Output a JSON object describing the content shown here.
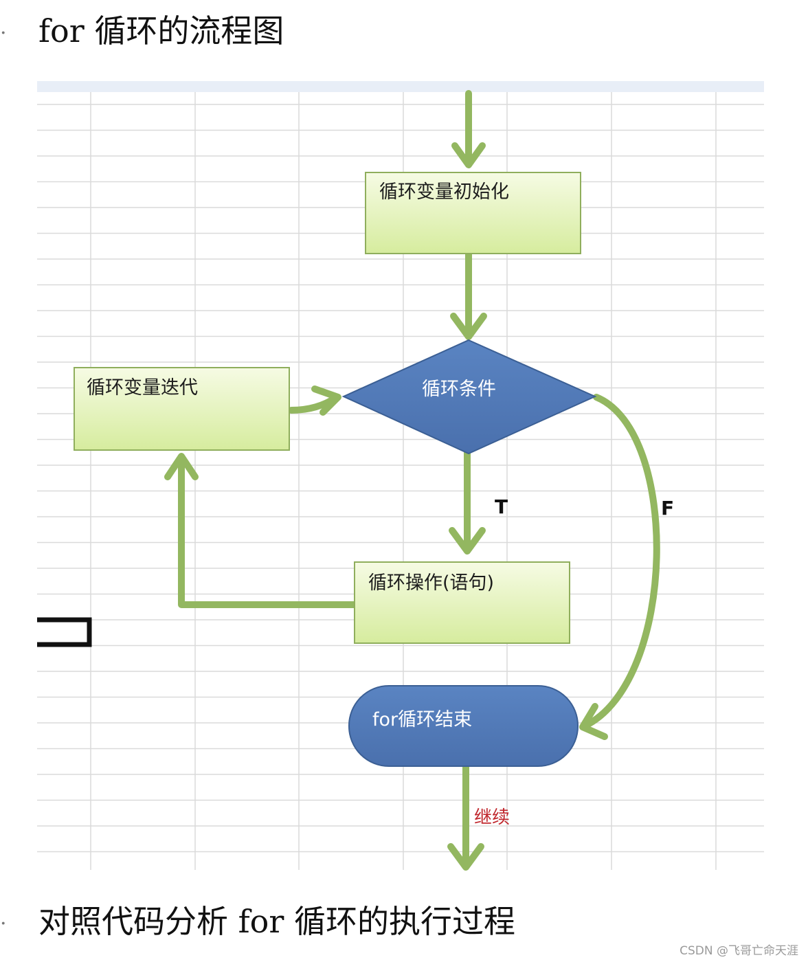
{
  "headings": {
    "top": "for 循环的流程图",
    "bottom": "对照代码分析 for 循环的执行过程"
  },
  "nodes": {
    "init": "循环变量初始化",
    "condition": "循环条件",
    "iterate": "循环变量迭代",
    "body": "循环操作(语句)",
    "end": "for循环结束"
  },
  "edges": {
    "true_label": "T",
    "false_label": "F",
    "continue_label": "继续"
  },
  "watermark": "CSDN @飞哥亡命天涯",
  "colors": {
    "arrow": "#93b760",
    "box_fill_top": "#f6fbe4",
    "box_fill_bottom": "#d6ec9e",
    "box_stroke": "#8fae5c",
    "shape_blue": "#4f78b5",
    "shape_blue_stroke": "#3b5f94",
    "grid": "#d9d9d9",
    "continue_text": "#c0272d"
  }
}
